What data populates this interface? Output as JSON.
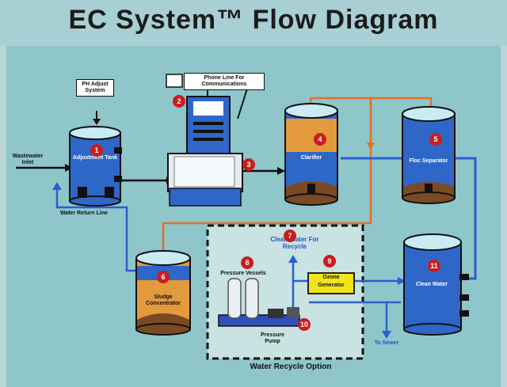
{
  "title": "EC System™ Flow Diagram",
  "labels": {
    "ph_adjust": "PH Adjust System",
    "wastewater_inlet": "Wastewater Inlet",
    "adjustment_tank": "Adjustment Tank",
    "water_return_line": "Water Return Line",
    "phone_line": "Phone Line For Communications",
    "clarifier": "Clarifier",
    "floc_separator": "Floc Separator",
    "sludge_concentrator": "Sludge Concentrator",
    "clean_water_recycle": "Clean Water For Recycle",
    "pressure_vessels": "Pressure Vessels",
    "ozone_generator": "Ozone Generator",
    "pressure_pump": "Pressure Pump",
    "clean_water": "Clean Water",
    "to_sewer": "To Sewer",
    "water_recycle_option": "Water Recycle Option"
  },
  "steps": [
    "1",
    "2",
    "3",
    "4",
    "5",
    "6",
    "7",
    "8",
    "9",
    "10",
    "11"
  ],
  "colors": {
    "water_blue": "#2f67c8",
    "sludge_orange": "#e39a3c",
    "sludge_line": "#e0712a",
    "badge_red": "#cc1c1c",
    "ozone_yellow": "#f2e41a"
  }
}
